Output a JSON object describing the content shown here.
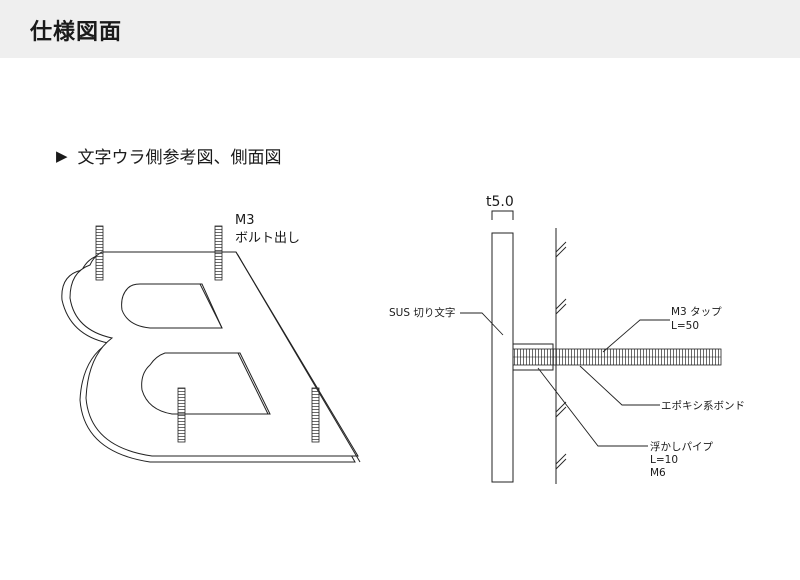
{
  "header": {
    "title": "仕様図面"
  },
  "section": {
    "marker": "▶",
    "title": "文字ウラ側参考図、側面図"
  },
  "back_view": {
    "bolt_label_line1": "M3",
    "bolt_label_line2": "ボルト出し"
  },
  "side_view": {
    "thickness_label": "t5.0",
    "plate_label": "SUS 切り文字",
    "tap_label_line1": "M3 タップ",
    "tap_label_line2": "L=50",
    "bond_label": "エポキシ系ボンド",
    "pipe_label_line1": "浮かしパイプ",
    "pipe_label_line2": "L=10",
    "pipe_label_line3": "M6"
  }
}
